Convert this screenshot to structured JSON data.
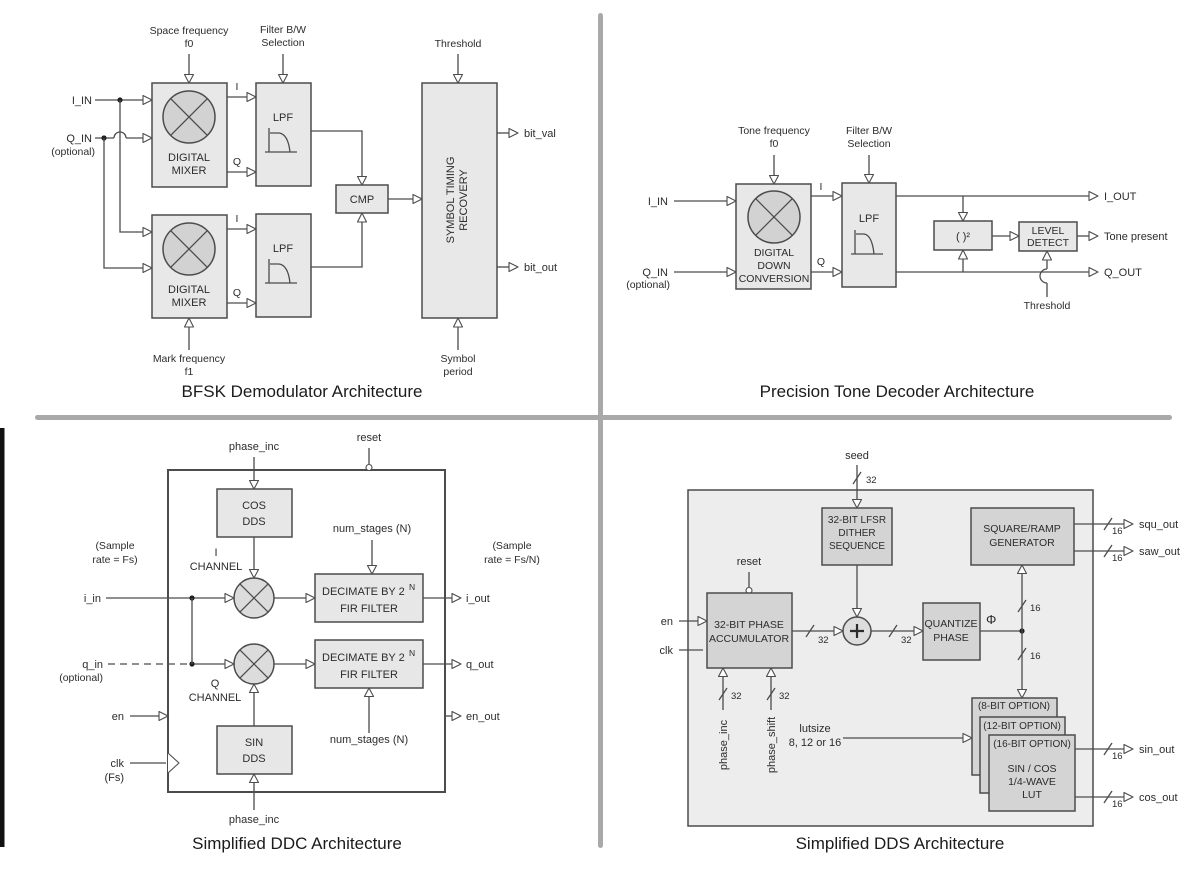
{
  "colors": {
    "background": "#ffffff",
    "line": "#4c4c4c",
    "block_fill": "#e8e8e8",
    "mixer_fill": "#d2d2d2",
    "ddc_container_fill": "#cbcbcb",
    "ddc_inner_fill": "#e7e7e7",
    "dds_container_fill": "#ededed",
    "dds_inner_fill": "#d4d4d4",
    "divider": "#a9a9a9",
    "left_bar": "#111111",
    "text": "#2c2c2c"
  },
  "bfsk": {
    "title": "BFSK Demodulator Architecture",
    "space_frequency": [
      "Space frequency",
      "f0"
    ],
    "filter_bw": [
      "Filter B/W",
      "Selection"
    ],
    "threshold": "Threshold",
    "i_in": "I_IN",
    "q_in": [
      "Q_IN",
      "(optional)"
    ],
    "mixer1": [
      "DIGITAL",
      "MIXER"
    ],
    "mixer2": [
      "DIGITAL",
      "MIXER"
    ],
    "lpf1": "LPF",
    "lpf2": "LPF",
    "i1": "I",
    "q1": "Q",
    "i2": "I",
    "q2": "Q",
    "cmp": "CMP",
    "str": [
      "SYMBOL TIMING",
      "RECOVERY"
    ],
    "bit_val": "bit_val",
    "bit_out": "bit_out",
    "mark_frequency": [
      "Mark frequency",
      "f1"
    ],
    "symbol_period": [
      "Symbol",
      "period"
    ]
  },
  "tone": {
    "title": "Precision Tone Decoder Architecture",
    "tone_frequency": [
      "Tone frequency",
      "f0"
    ],
    "filter_bw": [
      "Filter B/W",
      "Selection"
    ],
    "i_in": "I_IN",
    "q_in": [
      "Q_IN",
      "(optional)"
    ],
    "ddc": [
      "DIGITAL",
      "DOWN",
      "CONVERSION"
    ],
    "lpf": "LPF",
    "i": "I",
    "q": "Q",
    "square": "( )²",
    "level_detect": [
      "LEVEL",
      "DETECT"
    ],
    "i_out": "I_OUT",
    "q_out": "Q_OUT",
    "tone_present": "Tone present",
    "threshold": "Threshold"
  },
  "ddc": {
    "title": "Simplified DDC Architecture",
    "phase_inc_top": "phase_inc",
    "reset": "reset",
    "cos_dds": [
      "COS",
      "DDS"
    ],
    "sin_dds": [
      "SIN",
      "DDS"
    ],
    "num_stages_top": "num_stages (N)",
    "num_stages_bottom": "num_stages (N)",
    "sample_left": [
      "(Sample",
      "rate = Fs)"
    ],
    "sample_right": [
      "(Sample",
      "rate = Fs/N)"
    ],
    "i_channel": [
      "I",
      "CHANNEL"
    ],
    "q_channel": [
      "Q",
      "CHANNEL"
    ],
    "decimate": [
      "DECIMATE BY 2",
      "N",
      "FIR FILTER"
    ],
    "i_in": "i_in",
    "q_in": "q_in",
    "q_in_opt": "(optional)",
    "en": "en",
    "clk": [
      "clk",
      "(Fs)"
    ],
    "i_out": "i_out",
    "q_out": "q_out",
    "en_out": "en_out",
    "phase_inc_bottom": "phase_inc"
  },
  "dds": {
    "title": "Simplified DDS Architecture",
    "seed": "seed",
    "lfsr": [
      "32-BIT LFSR",
      "DITHER",
      "SEQUENCE"
    ],
    "reset": "reset",
    "en": "en",
    "clk": "clk",
    "acc": [
      "32-BIT PHASE",
      "ACCUMULATOR"
    ],
    "phase_inc": "phase_inc",
    "phase_shift": "phase_shift",
    "quantize": [
      "QUANTIZE",
      "PHASE"
    ],
    "phi": "Φ",
    "sq_ramp": [
      "SQUARE/RAMP",
      "GENERATOR"
    ],
    "squ_out": "squ_out",
    "saw_out": "saw_out",
    "opt8": "(8-BIT OPTION)",
    "opt12": "(12-BIT OPTION)",
    "opt16": "(16-BIT OPTION)",
    "lut": [
      "SIN / COS",
      "1/4-WAVE",
      "LUT"
    ],
    "lutsize": [
      "lutsize",
      "8, 12 or 16"
    ],
    "sin_out": "sin_out",
    "cos_out": "cos_out",
    "b32": "32",
    "b16": "16"
  }
}
